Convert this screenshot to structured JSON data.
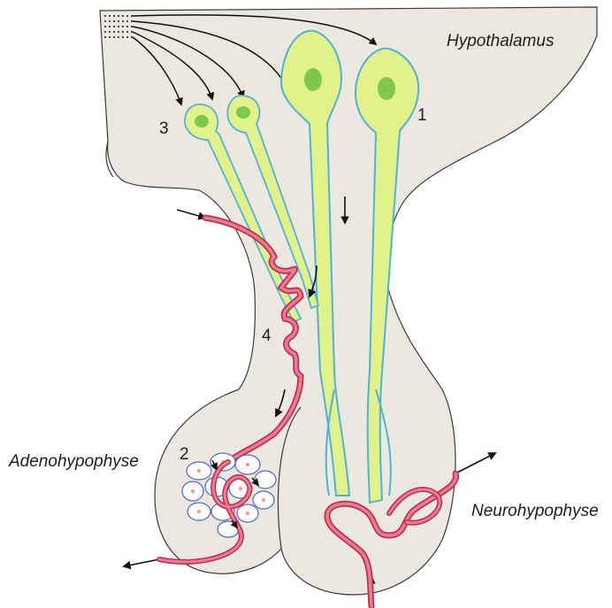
{
  "labels": {
    "hypothalamus": "Hypothalamus",
    "adenohypophyse": "Adenohypophyse",
    "neurohypophyse": "Neurohypophyse",
    "n1": "1",
    "n2": "2",
    "n3": "3",
    "n4": "4"
  },
  "colors": {
    "tissue": "#ebe8e0",
    "tissue_stroke": "#3a3a3a",
    "neuron": "#e2f28a",
    "neuron_outline": "#4fb3d6",
    "nucleus": "#7ec94a",
    "vessel": "#e8506e",
    "vessel_edge": "#b8324f",
    "cell_outline": "#4f63c7",
    "cell_dot": "#f2a08c",
    "arrow": "#111111"
  }
}
